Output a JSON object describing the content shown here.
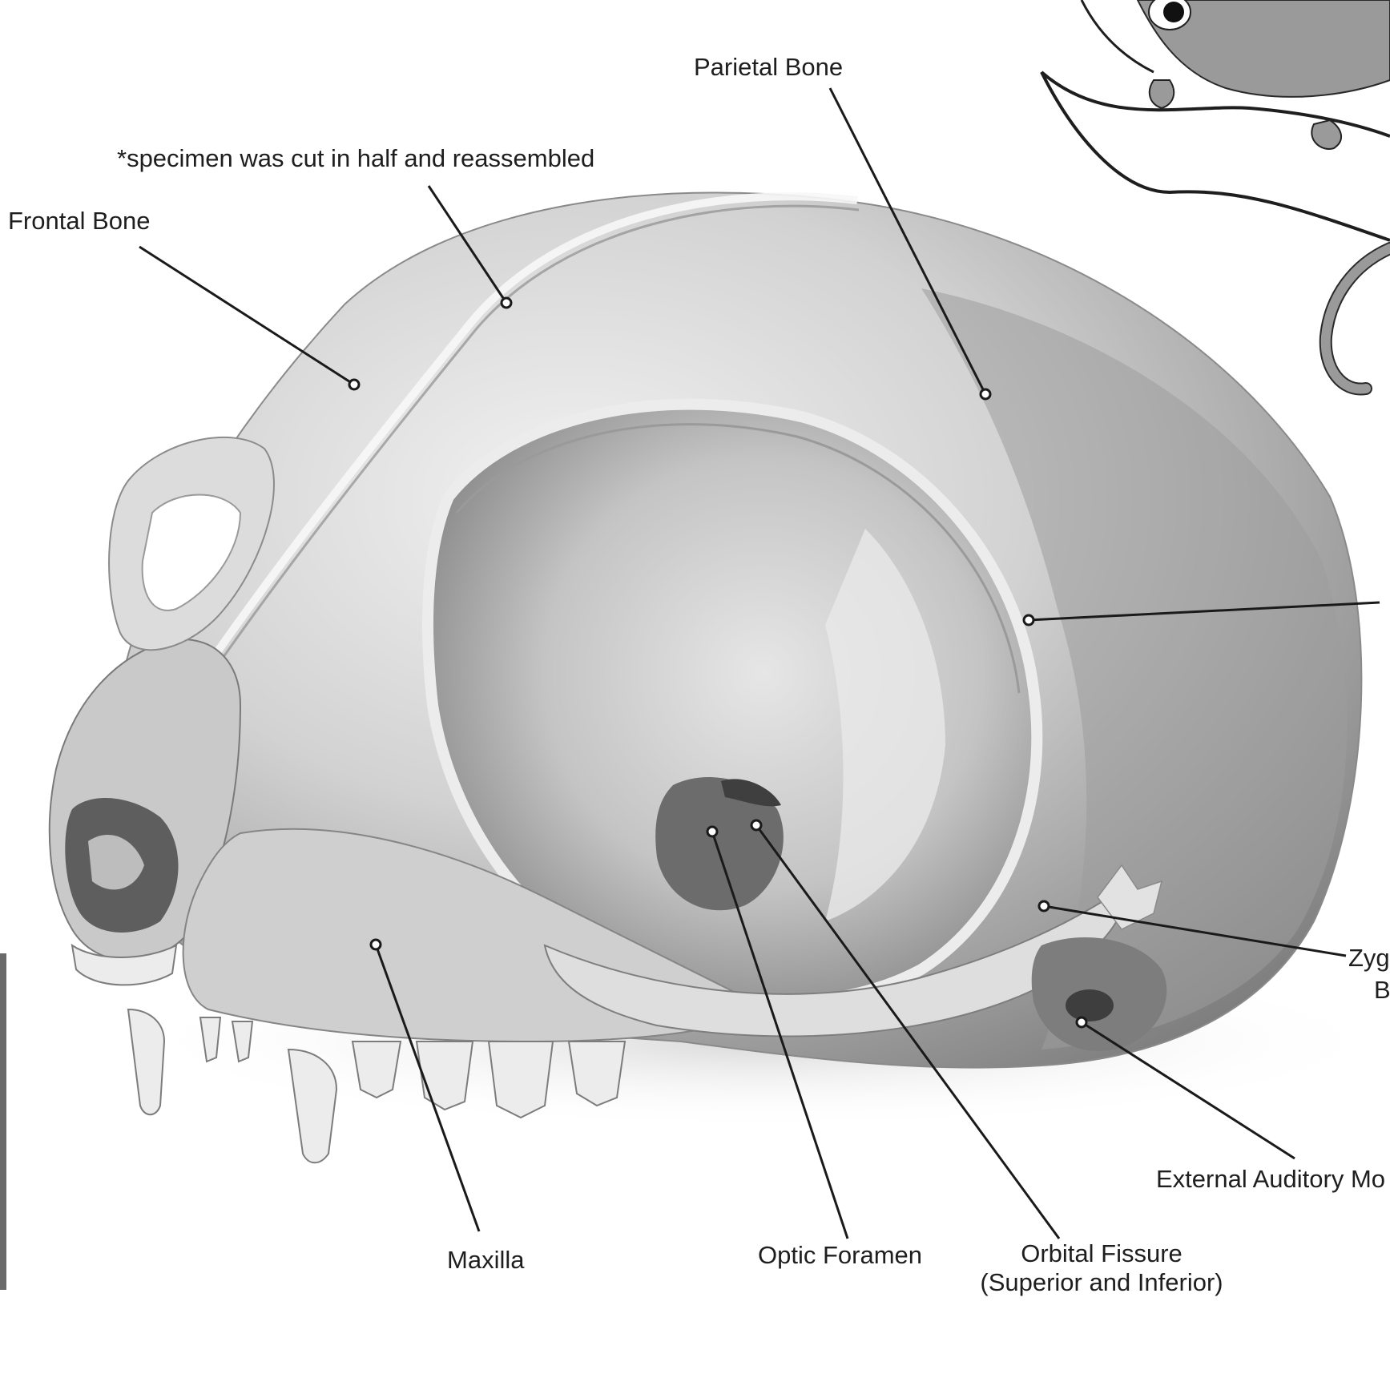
{
  "labels": {
    "parietal": "Parietal Bone",
    "specimen_note": "*specimen was cut in half and reassembled",
    "frontal": "Frontal Bone",
    "zygomatic_partial_1": "Zyg",
    "zygomatic_partial_2": "B",
    "auditory": "External Auditory Mo",
    "maxilla": "Maxilla",
    "optic": "Optic Foramen",
    "orbital_line1": "Orbital Fissure",
    "orbital_line2": "(Superior and Inferior)"
  },
  "colors": {
    "background": "#ffffff",
    "bone_light": "#e8e8e8",
    "bone_mid": "#b9b9b9",
    "bone_dark": "#6f6f6f",
    "leader": "#1a1a1a",
    "animal_fill": "#9a9a9a"
  }
}
